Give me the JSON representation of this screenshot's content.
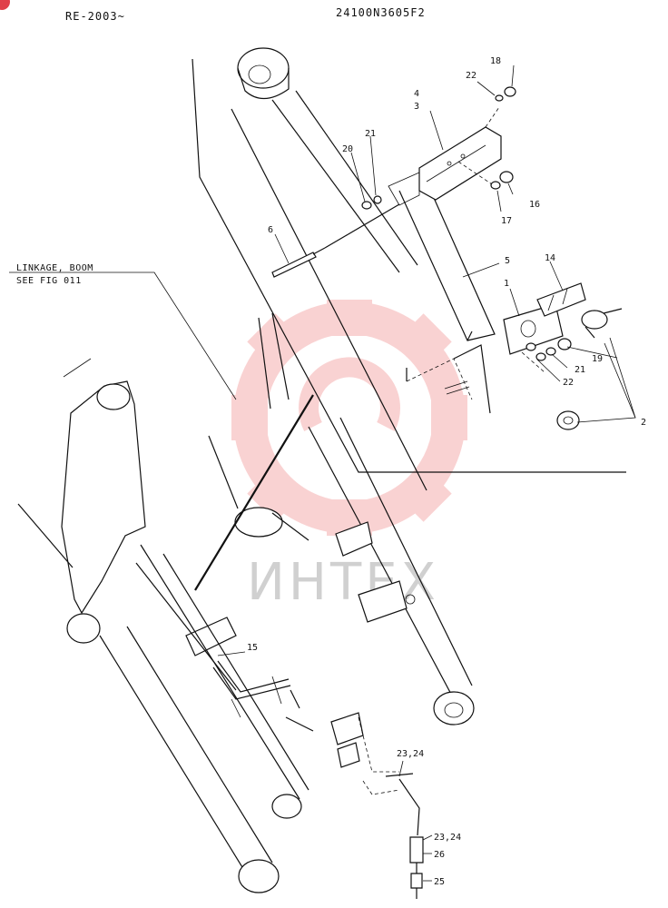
{
  "header": {
    "serial_range": "RE-2003~",
    "part_number": "24100N3605F2"
  },
  "note": {
    "line1": "LINKAGE, BOOM",
    "line2": "SEE FIG 011"
  },
  "watermark": {
    "text": "ИНТЕХ",
    "color": "#f08080"
  },
  "callouts": {
    "c18": "18",
    "c22a": "22",
    "c4": "4",
    "c3": "3",
    "c21a": "21",
    "c20": "20",
    "c16": "16",
    "c17": "17",
    "c6": "6",
    "c5": "5",
    "c14": "14",
    "c1": "1",
    "c19": "19",
    "c21b": "21",
    "c22b": "22",
    "c2": "2",
    "c15": "15",
    "c2324a": "23,24",
    "c2324b": "23,24",
    "c26": "26",
    "c25": "25"
  }
}
